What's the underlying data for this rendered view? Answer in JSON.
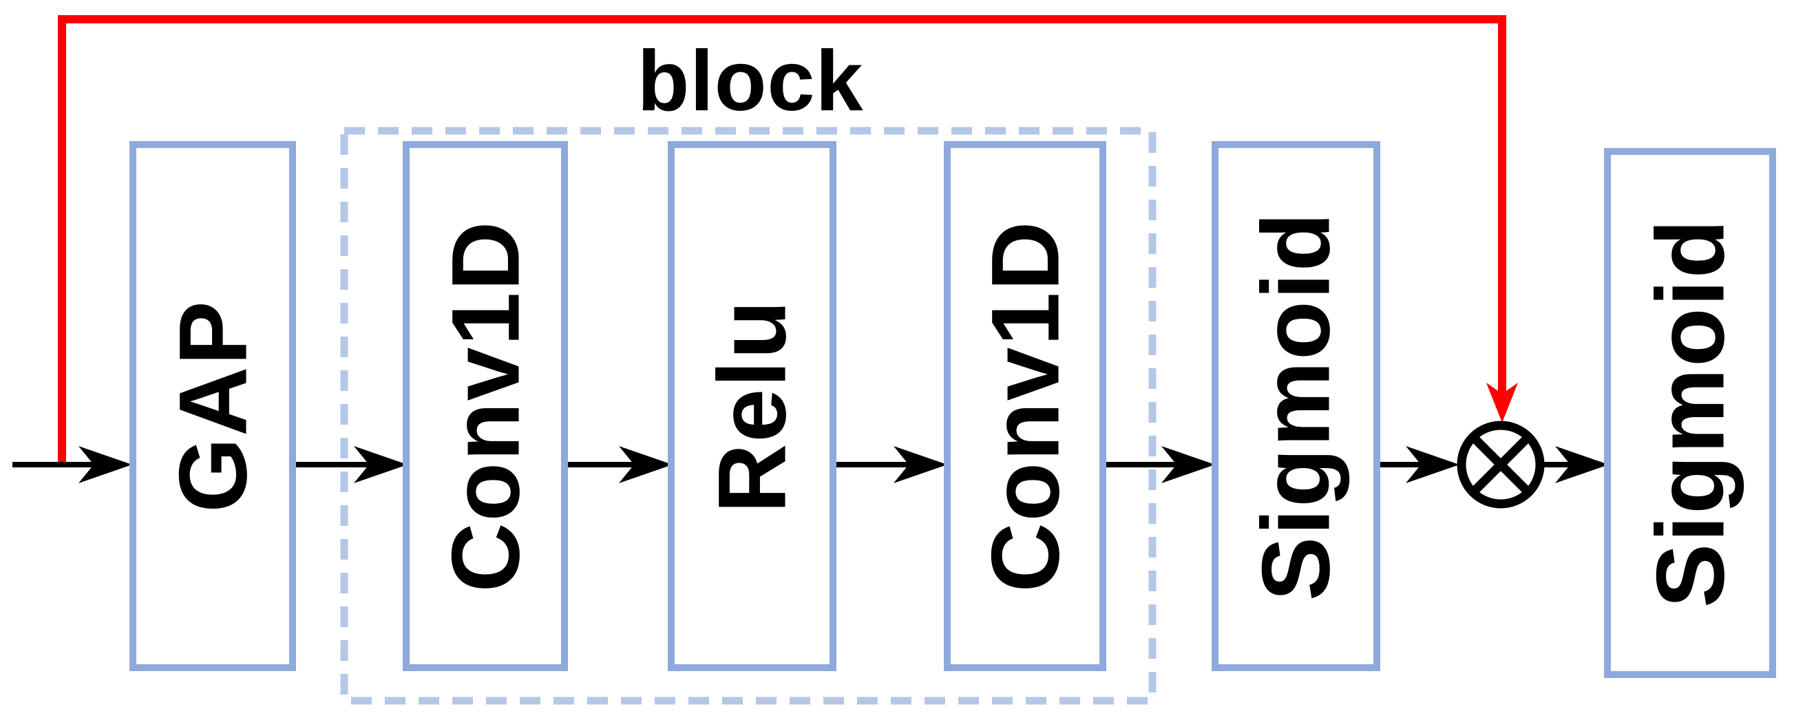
{
  "title": "block",
  "block": {
    "label": "block",
    "contains": [
      "Conv1D",
      "Relu",
      "Conv1D"
    ]
  },
  "boxes": [
    {
      "label": "GAP",
      "in_block": false
    },
    {
      "label": "Conv1D",
      "in_block": true
    },
    {
      "label": "Relu",
      "in_block": true
    },
    {
      "label": "Conv1D",
      "in_block": true
    },
    {
      "label": "Sigmoid",
      "in_block": false
    },
    {
      "label": "Sigmoid",
      "in_block": false
    }
  ],
  "operator": {
    "symbol": "⊗",
    "name": "circled-times-multiply"
  },
  "colors": {
    "background": "#FFFFFF",
    "box_border": "#8EA9DB",
    "block_dashed_border": "#B4C7E7",
    "skip_connection": "#FF0000",
    "arrow": "#000000",
    "text": "#000000"
  }
}
